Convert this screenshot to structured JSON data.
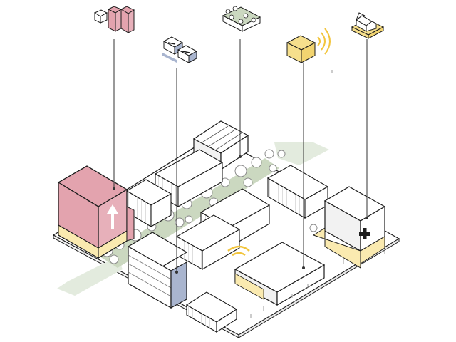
{
  "diagram": {
    "palette": {
      "outline": "#1c1c1c",
      "ground": "#ffffff",
      "green_strip": "#e3ebde",
      "green_corridor": "#cbd8c0",
      "tree": "#ffffff",
      "building_white": "#ffffff",
      "building_face": "#f1f1f1",
      "red": "#e3a3ae",
      "yellow": "#faeab0",
      "yellow_icon": "#f6df8c",
      "signal": "#f2c53d",
      "navy": "#a9b5cf",
      "leader": "#333333"
    },
    "callout_icons": [
      {
        "icon": "tall-red-building-icon",
        "points_to": "red-tower"
      },
      {
        "icon": "relocatable-blocks-icon",
        "points_to": "blue-parking-deck"
      },
      {
        "icon": "townhouse-cluster-icon",
        "points_to": "green-corridor"
      },
      {
        "icon": "wifi-box-icon",
        "points_to": "yellow-base-hall"
      },
      {
        "icon": "house-on-base-icon",
        "points_to": "health-center"
      }
    ],
    "symbols": {
      "up_arrow": "up-arrow-icon",
      "medical_cross": "medical-cross-icon",
      "wifi": "wifi-signal-icon"
    }
  }
}
